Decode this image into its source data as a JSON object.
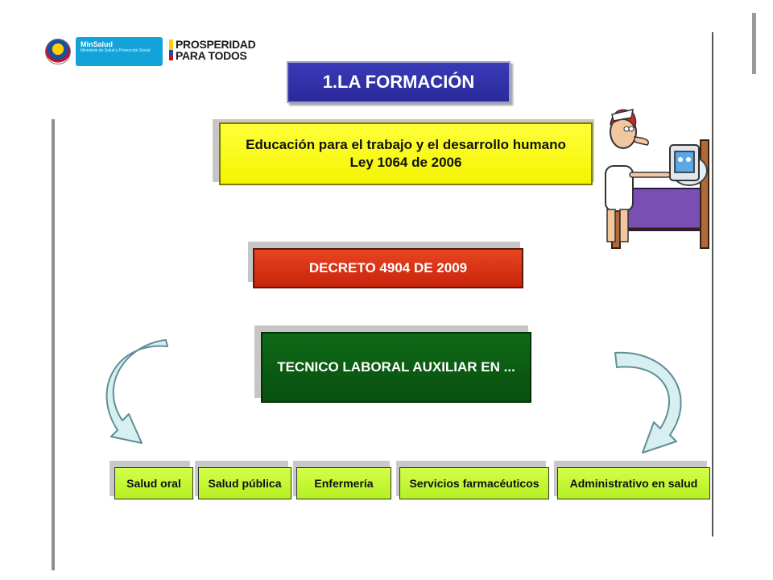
{
  "logos": {
    "minsalud_title": "MinSalud",
    "minsalud_subtitle": "Ministerio de Salud y Protección Social",
    "prosperidad_line1": "PROSPERIDAD",
    "prosperidad_line2": "PARA TODOS"
  },
  "title": "1.LA FORMACIÓN",
  "education_box": {
    "line1": "Educación para el trabajo y el desarrollo humano",
    "line2": "Ley 1064 de 2006"
  },
  "decree_box": "DECRETO 4904 DE 2009",
  "technician_box": "TECNICO LABORAL AUXILIAR EN ...",
  "categories": [
    "Salud oral",
    "Salud pública",
    "Enfermería",
    "Servicios farmacéuticos",
    "Administrativo en salud"
  ],
  "colors": {
    "title_bg": "#2f2fae",
    "education_bg": "#ffff00",
    "decree_bg": "#d8300f",
    "technician_bg": "#0b5e12",
    "category_bg": "#c6f73a",
    "arrow_fill": "#d8eff2"
  }
}
